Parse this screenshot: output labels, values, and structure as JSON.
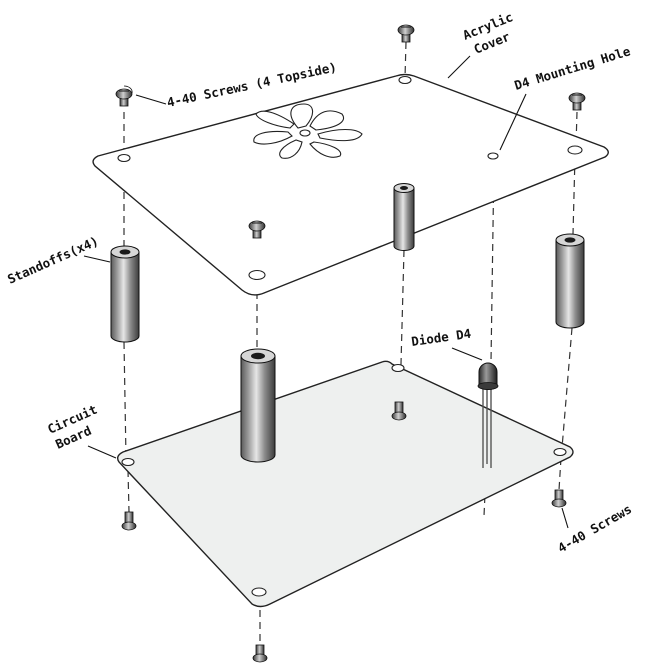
{
  "labels": {
    "top_screws": "4-40 Screws (4 Topside)",
    "acrylic_line1": "Acrylic",
    "acrylic_line2": "Cover",
    "d4_hole": "D4 Mounting Hole",
    "standoffs": "Standoffs(x4)",
    "diode": "Diode D4",
    "board_line1": "Circuit",
    "board_line2": "Board",
    "bottom_screws": "4-40 Screws"
  },
  "colors": {
    "board_fill": "#eef0ef",
    "cover_fill": "#ffffff",
    "metal_dark": "#4a4a4a",
    "metal_light": "#d9d9d9"
  }
}
